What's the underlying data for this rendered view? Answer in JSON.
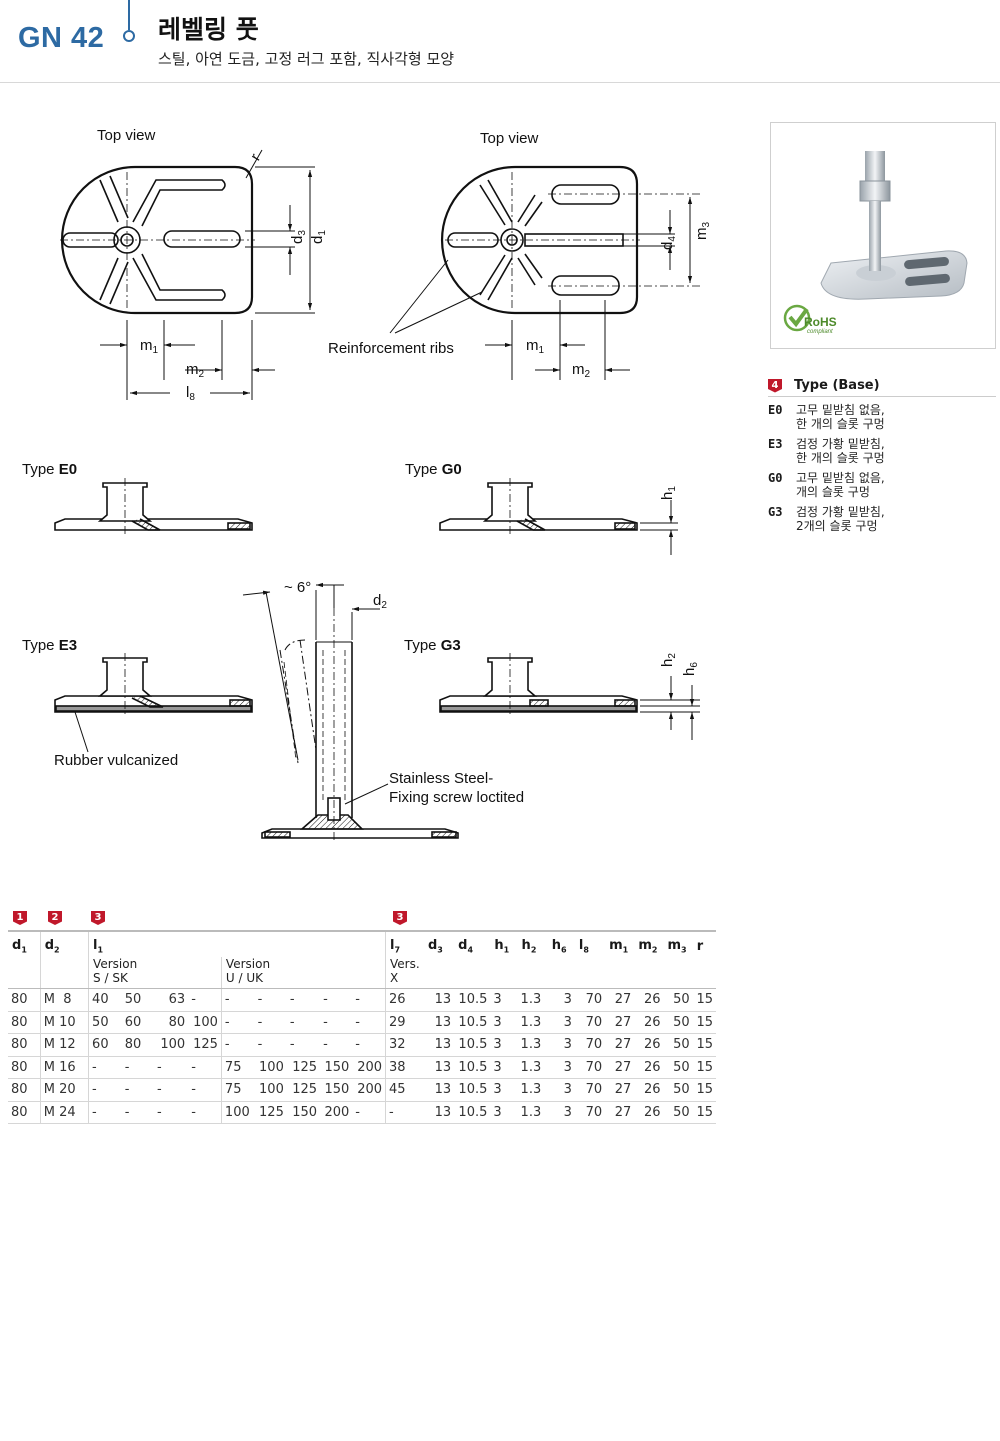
{
  "header": {
    "code": "GN 42",
    "title": "레벨링 풋",
    "subtitle": "스틸, 아연 도금, 고정 러그 포함, 직사각형 모양"
  },
  "drawing": {
    "top_view_left": "Top view",
    "top_view_right": "Top view",
    "reinforcement": "Reinforcement ribs",
    "type_e0_prefix": "Type ",
    "type_e0": "E0",
    "type_g0_prefix": "Type ",
    "type_g0": "G0",
    "type_e3_prefix": "Type ",
    "type_e3": "E3",
    "type_g3_prefix": "Type ",
    "type_g3": "G3",
    "rubber": "Rubber vulcanized",
    "stainless1": "Stainless Steel-",
    "stainless2": "Fixing screw loctited",
    "angle": "~ 6°",
    "dims": {
      "r": "r",
      "d1": "d",
      "d1s": "1",
      "d3": "d",
      "d3s": "3",
      "d4": "d",
      "d4s": "4",
      "m1": "m",
      "m1s": "1",
      "m2": "m",
      "m2s": "2",
      "m3": "m",
      "m3s": "3",
      "l8": "l",
      "l8s": "8",
      "h1": "h",
      "h1s": "1",
      "h2": "h",
      "h2s": "2",
      "h6": "h",
      "h6s": "6",
      "d2": "d",
      "d2s": "2"
    }
  },
  "legend": {
    "badge": "4",
    "title": "Type (Base)",
    "items": [
      {
        "code": "E0",
        "desc": "고무 밑받침 없음,\n한 개의 슬롯 구멍"
      },
      {
        "code": "E3",
        "desc": "검정 가황 밑받침,\n한 개의 슬롯 구멍"
      },
      {
        "code": "G0",
        "desc": "고무 밑받침 없음,\n개의 슬롯 구멍"
      },
      {
        "code": "G3",
        "desc": "검정 가황 밑받침,\n2개의 슬롯 구멍"
      }
    ]
  },
  "table": {
    "badges": [
      "1",
      "2",
      "3",
      "3"
    ],
    "headers": [
      {
        "t": "d",
        "s": "1"
      },
      {
        "t": "d",
        "s": "2"
      },
      {
        "t": "l",
        "s": "1"
      },
      {
        "t": "l",
        "s": "7"
      },
      {
        "t": "d",
        "s": "3"
      },
      {
        "t": "d",
        "s": "4"
      },
      {
        "t": "h",
        "s": "1"
      },
      {
        "t": "h",
        "s": "2"
      },
      {
        "t": "h",
        "s": "6"
      },
      {
        "t": "l",
        "s": "8"
      },
      {
        "t": "m",
        "s": "1"
      },
      {
        "t": "m",
        "s": "2"
      },
      {
        "t": "m",
        "s": "3"
      },
      {
        "t": "r",
        "s": ""
      }
    ],
    "version_ss": "Version\nS / SK",
    "version_uu": "Version\nU / UK",
    "version_x": "Vers.\nX",
    "rows": [
      [
        "80",
        "M  8",
        "40",
        "50",
        "63",
        "-",
        "-",
        "-",
        "-",
        "-",
        "-",
        "26",
        "13",
        "10.5",
        "3",
        "1.3",
        "3",
        "70",
        "27",
        "26",
        "50",
        "15"
      ],
      [
        "80",
        "M 10",
        "50",
        "60",
        "80",
        "100",
        "-",
        "-",
        "-",
        "-",
        "-",
        "29",
        "13",
        "10.5",
        "3",
        "1.3",
        "3",
        "70",
        "27",
        "26",
        "50",
        "15"
      ],
      [
        "80",
        "M 12",
        "60",
        "80",
        "100",
        "125",
        "-",
        "-",
        "-",
        "-",
        "-",
        "32",
        "13",
        "10.5",
        "3",
        "1.3",
        "3",
        "70",
        "27",
        "26",
        "50",
        "15"
      ],
      [
        "80",
        "M 16",
        "-",
        "-",
        "-",
        "-",
        "75",
        "100",
        "125",
        "150",
        "200",
        "38",
        "13",
        "10.5",
        "3",
        "1.3",
        "3",
        "70",
        "27",
        "26",
        "50",
        "15"
      ],
      [
        "80",
        "M 20",
        "-",
        "-",
        "-",
        "-",
        "75",
        "100",
        "125",
        "150",
        "200",
        "45",
        "13",
        "10.5",
        "3",
        "1.3",
        "3",
        "70",
        "27",
        "26",
        "50",
        "15"
      ],
      [
        "80",
        "M 24",
        "-",
        "-",
        "-",
        "-",
        "100",
        "125",
        "150",
        "200",
        "-",
        "-",
        "13",
        "10.5",
        "3",
        "1.3",
        "3",
        "70",
        "27",
        "26",
        "50",
        "15"
      ]
    ]
  },
  "photo": {
    "logo": "RoHS",
    "logo_sub": "compliant"
  }
}
